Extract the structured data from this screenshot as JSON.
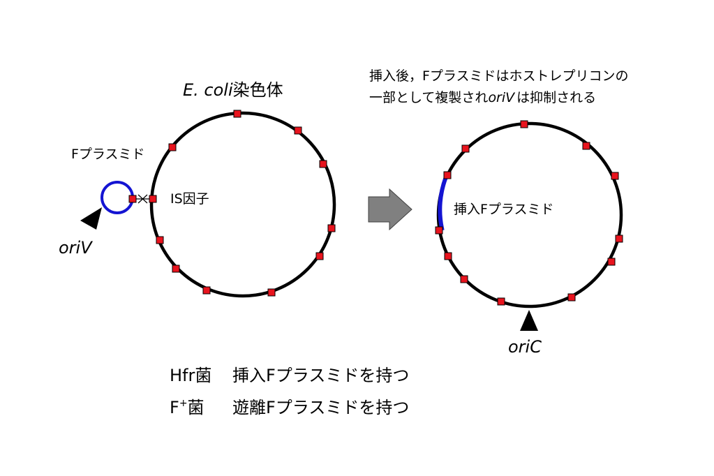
{
  "left_panel": {
    "title_italic": "E. coli",
    "title_rest": "染色体",
    "f_plasmid_label": "Fプラスミド",
    "is_element_label": "IS因子",
    "ori_v_label": "oriV"
  },
  "right_panel": {
    "caption_line1": "挿入後，Fプラスミドはホストレプリコンの",
    "caption_line2_a": "一部として複製され",
    "caption_line2_italic": "oriV",
    "caption_line2_b": "は抑制される",
    "inserted_label": "挿入Fプラスミド",
    "ori_c_label": "oriC"
  },
  "legend": {
    "hfr_name": "Hfr菌",
    "hfr_desc": "挿入Fプラスミドを持つ",
    "fplus_name": "F",
    "fplus_sup": "+",
    "fplus_suffix": "菌",
    "fplus_desc": "遊離Fプラスミドを持つ"
  },
  "colors": {
    "chromosome": "#000000",
    "plasmid": "#1414d2",
    "is_marker": "#e8141e",
    "arrow": "#808080"
  },
  "icons": [
    "triangle-pointer-icon",
    "right-arrow-icon"
  ]
}
